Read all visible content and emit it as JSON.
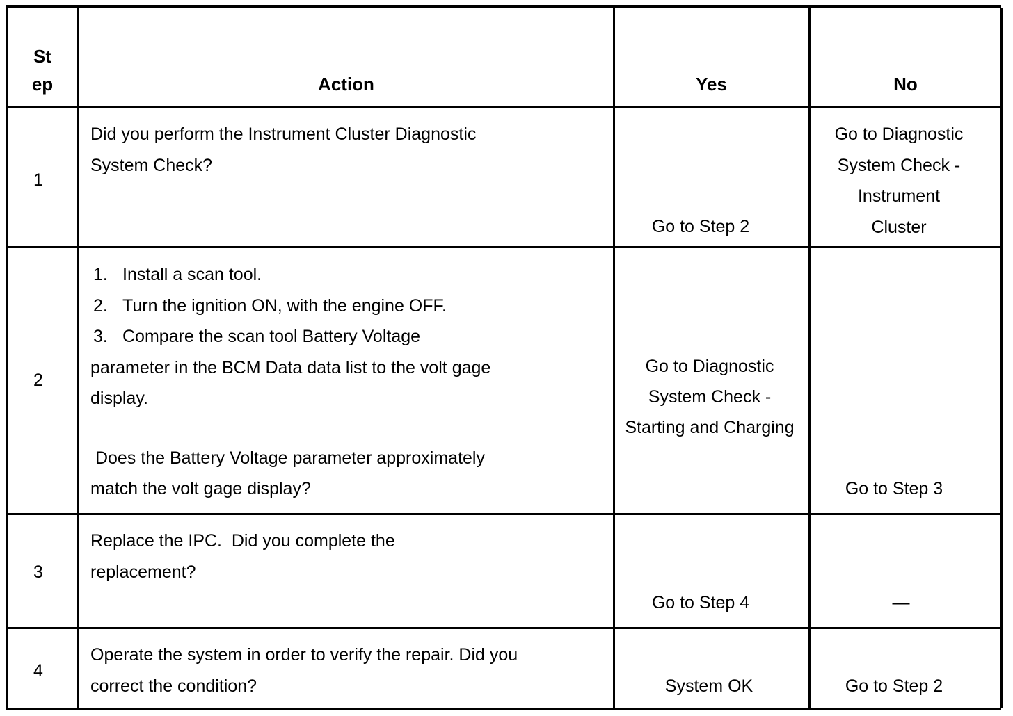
{
  "header": {
    "step_line1": "St",
    "step_line2": "ep",
    "action": "Action",
    "yes": "Yes",
    "no": "No"
  },
  "rows": [
    {
      "step": "1",
      "action_lines": [
        "Did you perform the Instrument Cluster Diagnostic",
        "System Check?"
      ],
      "yes": "Go to Step 2",
      "no_lines": [
        "Go to Diagnostic",
        "System Check -",
        "Instrument",
        "Cluster"
      ]
    },
    {
      "step": "2",
      "action_steps": [
        {
          "num": "1.",
          "text": "Install a scan tool."
        },
        {
          "num": "2.",
          "text": "Turn the ignition ON, with the engine OFF."
        },
        {
          "num": "3.",
          "text": "Compare the scan tool Battery Voltage"
        }
      ],
      "action_cont": [
        "parameter in the BCM Data data list to the volt gage",
        "display."
      ],
      "action_question": [
        " Does the Battery Voltage parameter approximately",
        "match the volt gage display?"
      ],
      "yes_lines": [
        "Go to Diagnostic",
        "System Check -",
        "Starting and Charging"
      ],
      "no": "Go to Step 3"
    },
    {
      "step": "3",
      "action_lines": [
        "Replace the IPC.  Did you complete the",
        "replacement?"
      ],
      "yes": "Go to Step 4",
      "no": "—"
    },
    {
      "step": "4",
      "action_lines": [
        "Operate the system in order to verify the repair. Did you",
        "correct the condition?"
      ],
      "yes": "System OK",
      "no": "Go to Step 2"
    }
  ]
}
